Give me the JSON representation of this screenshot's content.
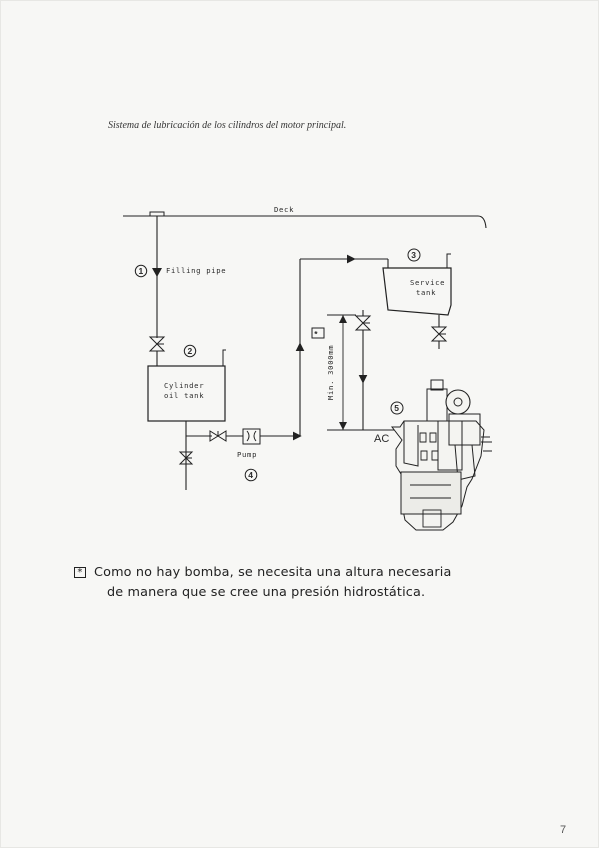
{
  "document": {
    "caption": "Sistema de lubricación de los cilindros del motor principal.",
    "diagram": {
      "deck_label": "Deck",
      "filling_pipe": {
        "number": "1",
        "label": "Filling pipe"
      },
      "cylinder_tank": {
        "number": "2",
        "line1": "Cylinder",
        "line2": "oil tank"
      },
      "service_tank": {
        "number": "3",
        "line1": "Service",
        "line2": "tank"
      },
      "pump": {
        "label": "Pump",
        "number": "4"
      },
      "engine": {
        "number": "5",
        "ac_label": "AC"
      },
      "min_height_label": "Min. 3000mm",
      "note_marker": "*"
    },
    "handwritten_note": {
      "marker": "*",
      "line1": "Como no hay bomba, se necesita una altura necesaria",
      "line2": "de manera que se cree una presión hidrostática."
    },
    "page_number": "7"
  }
}
